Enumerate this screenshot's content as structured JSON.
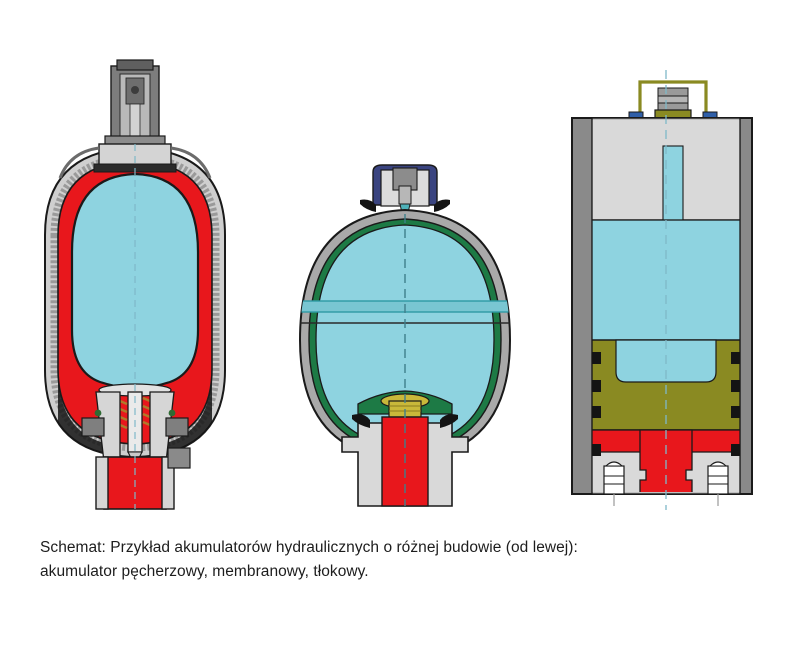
{
  "figure": {
    "title": "Przekroje akumulatorów hydraulicznych",
    "background_color": "#ffffff",
    "caption": {
      "line1": "Schemat: Przykład akumulatorów hydraulicznych o różnej budowie (od lewej):",
      "line2": "akumulator pęcherzowy, membranowy, tłokowy."
    },
    "palette": {
      "fluid_red": "#e8171c",
      "gas_cyan": "#8ed3e0",
      "shell_gray": "#a9a9a9",
      "light_gray": "#d9d9d9",
      "metal_gray": "#8a8a8a",
      "dark_gray": "#5c5c5c",
      "olive": "#8a8a22",
      "brass_gold": "#c9b83a",
      "diaphragm_green": "#1d7a45",
      "cap_blue": "#3a4480",
      "bolt_blue": "#2f5fa8",
      "outline": "#1a1a1a",
      "seam_teal": "#2f9aa5"
    },
    "diagrams": [
      {
        "id": "bladder-accumulator",
        "name": "akumulator pęcherzowy",
        "position": "left",
        "parts": [
          {
            "name": "gas-valve-assembly",
            "color": "#8a8a8a"
          },
          {
            "name": "steel-shell",
            "color": "#a9a9a9"
          },
          {
            "name": "bladder",
            "color": "#8ed3e0"
          },
          {
            "name": "hydraulic-fluid",
            "color": "#e8171c"
          },
          {
            "name": "poppet-valve",
            "color": "#d9d9d9"
          },
          {
            "name": "valve-spring",
            "color": "#b07a2a"
          },
          {
            "name": "oil-port",
            "color": "#e8171c"
          }
        ]
      },
      {
        "id": "diaphragm-accumulator",
        "name": "akumulator membranowy",
        "position": "center",
        "parts": [
          {
            "name": "gas-valve-cap",
            "color": "#3a4480"
          },
          {
            "name": "steel-shell",
            "color": "#a9a9a9"
          },
          {
            "name": "gas-chamber",
            "color": "#8ed3e0"
          },
          {
            "name": "weld-seam",
            "color": "#2f9aa5"
          },
          {
            "name": "diaphragm",
            "color": "#1d7a45"
          },
          {
            "name": "anti-extrusion-button",
            "color": "#c9b83a"
          },
          {
            "name": "oil-port",
            "color": "#e8171c"
          }
        ]
      },
      {
        "id": "piston-accumulator",
        "name": "akumulator tłokowy",
        "position": "right",
        "parts": [
          {
            "name": "gas-charging-valve",
            "color": "#8a8a22"
          },
          {
            "name": "valve-guard",
            "color": "#8a8a22"
          },
          {
            "name": "cap-bolts",
            "color": "#2f5fa8"
          },
          {
            "name": "cylinder-tube",
            "color": "#8a8a8a"
          },
          {
            "name": "end-cap",
            "color": "#d9d9d9"
          },
          {
            "name": "gas-chamber",
            "color": "#8ed3e0"
          },
          {
            "name": "piston",
            "color": "#8a8a22"
          },
          {
            "name": "hydraulic-fluid",
            "color": "#e8171c"
          },
          {
            "name": "bottom-cap-bolts",
            "color": "#ffffff"
          }
        ]
      }
    ]
  }
}
